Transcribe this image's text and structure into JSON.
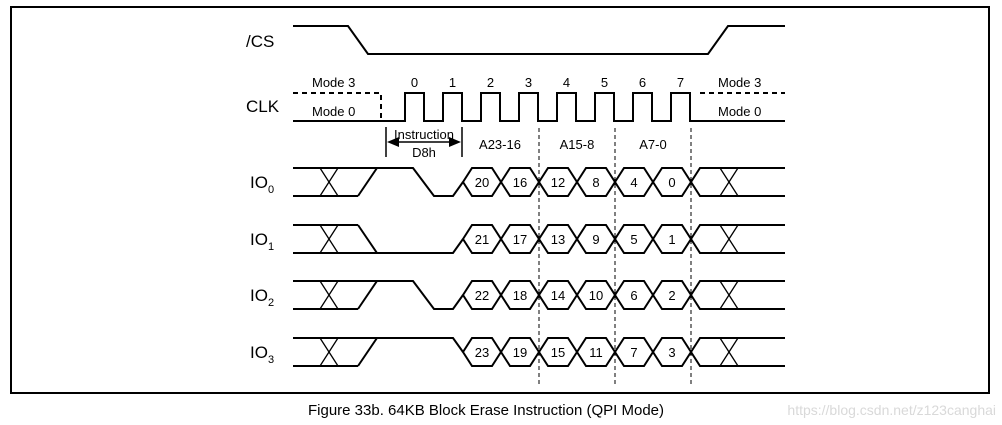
{
  "figure": {
    "caption": "Figure 33b. 64KB Block Erase Instruction (QPI Mode)",
    "watermark": "https://blog.csdn.net/z123canghai"
  },
  "signals": {
    "cs": {
      "label": "/CS"
    },
    "clk": {
      "label": "CLK",
      "mode3_left": "Mode 3",
      "mode0_left": "Mode 0",
      "mode3_right": "Mode 3",
      "mode0_right": "Mode 0",
      "cycles": [
        "0",
        "1",
        "2",
        "3",
        "4",
        "5",
        "6",
        "7"
      ]
    },
    "io": [
      {
        "name": "IO",
        "sub": "0",
        "bits": [
          "20",
          "16",
          "12",
          "8",
          "4",
          "0"
        ],
        "instruction_shape": "high-low"
      },
      {
        "name": "IO",
        "sub": "1",
        "bits": [
          "21",
          "17",
          "13",
          "9",
          "5",
          "1"
        ],
        "instruction_shape": "low"
      },
      {
        "name": "IO",
        "sub": "2",
        "bits": [
          "22",
          "18",
          "14",
          "10",
          "6",
          "2"
        ],
        "instruction_shape": "high-low"
      },
      {
        "name": "IO",
        "sub": "3",
        "bits": [
          "23",
          "19",
          "15",
          "11",
          "7",
          "3"
        ],
        "instruction_shape": "high"
      }
    ]
  },
  "phases": {
    "instruction_label": "Instruction",
    "instruction_value": "D8h",
    "address_groups": [
      "A23-16",
      "A15-8",
      "A7-0"
    ]
  }
}
